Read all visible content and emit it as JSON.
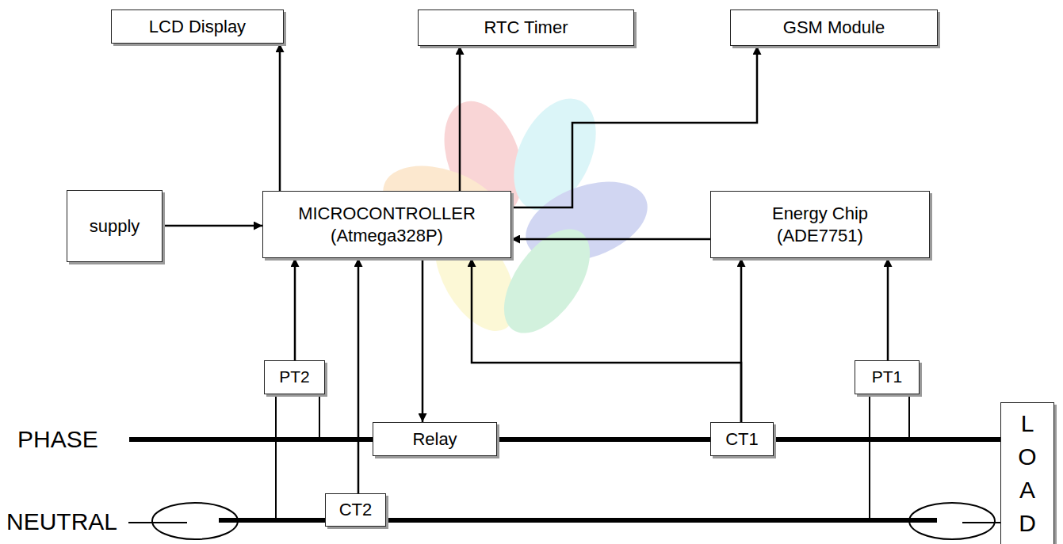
{
  "diagram": {
    "nodes": [
      {
        "text": [
          "LCD Display"
        ]
      },
      {
        "text": [
          "RTC Timer"
        ]
      },
      {
        "text": [
          "GSM Module"
        ]
      },
      {
        "text": [
          "supply"
        ]
      },
      {
        "text": [
          "MICROCONTROLLER (Atmega328P)"
        ]
      },
      {
        "text": [
          "Energy Chip (ADE7751)"
        ]
      },
      {
        "text": [
          "PT2"
        ]
      },
      {
        "text": [
          "PT1"
        ]
      },
      {
        "text": [
          "Relay"
        ]
      },
      {
        "text": [
          "CT1"
        ]
      },
      {
        "text": [
          "CT2"
        ]
      },
      {
        "text": [
          "LOAD"
        ]
      }
    ],
    "edges": [
      {
        "from": 4,
        "to": 0,
        "arrow": "to"
      },
      {
        "from": 4,
        "to": 1,
        "arrow": "to"
      },
      {
        "from": 4,
        "to": 2,
        "arrow": "to"
      },
      {
        "from": 3,
        "to": 4,
        "arrow": "to"
      },
      {
        "from": 5,
        "to": 4,
        "arrow": "to"
      },
      {
        "from": 6,
        "to": 4,
        "arrow": "to"
      },
      {
        "from": 10,
        "to": 4,
        "arrow": "to"
      },
      {
        "from": 4,
        "to": 8,
        "arrow": "to"
      },
      {
        "from": 9,
        "to": 5,
        "arrow": "to"
      },
      {
        "from": 9,
        "to": 4,
        "arrow": "to"
      },
      {
        "from": 7,
        "to": 5,
        "arrow": "to"
      }
    ],
    "labels": [
      "PHASE",
      "NEUTRAL"
    ]
  }
}
